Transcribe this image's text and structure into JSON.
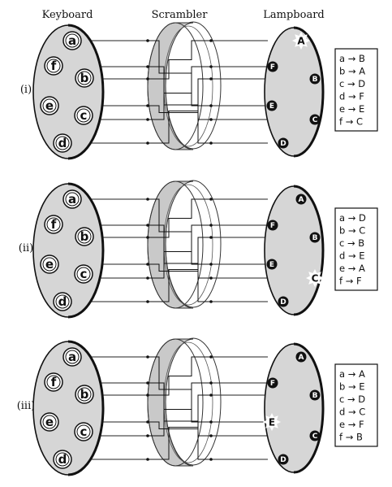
{
  "headers": {
    "keyboard": "Keyboard",
    "scrambler": "Scrambler",
    "lampboard": "Lampboard"
  },
  "keys": [
    "a",
    "b",
    "c",
    "d",
    "e",
    "f"
  ],
  "lamps": [
    "A",
    "B",
    "C",
    "D",
    "E",
    "F"
  ],
  "panels": [
    {
      "label": "(i)",
      "lit_lamp": "A",
      "mapping": [
        "a → B",
        "b → A",
        "c → D",
        "d → F",
        "e → E",
        "f → C"
      ]
    },
    {
      "label": "(ii)",
      "lit_lamp": "C",
      "mapping": [
        "a → D",
        "b → C",
        "c → B",
        "d → E",
        "e → A",
        "f → F"
      ]
    },
    {
      "label": "(iii)",
      "lit_lamp": "E",
      "mapping": [
        "a → A",
        "b → E",
        "c → D",
        "d → C",
        "e → F",
        "f → B"
      ]
    }
  ]
}
